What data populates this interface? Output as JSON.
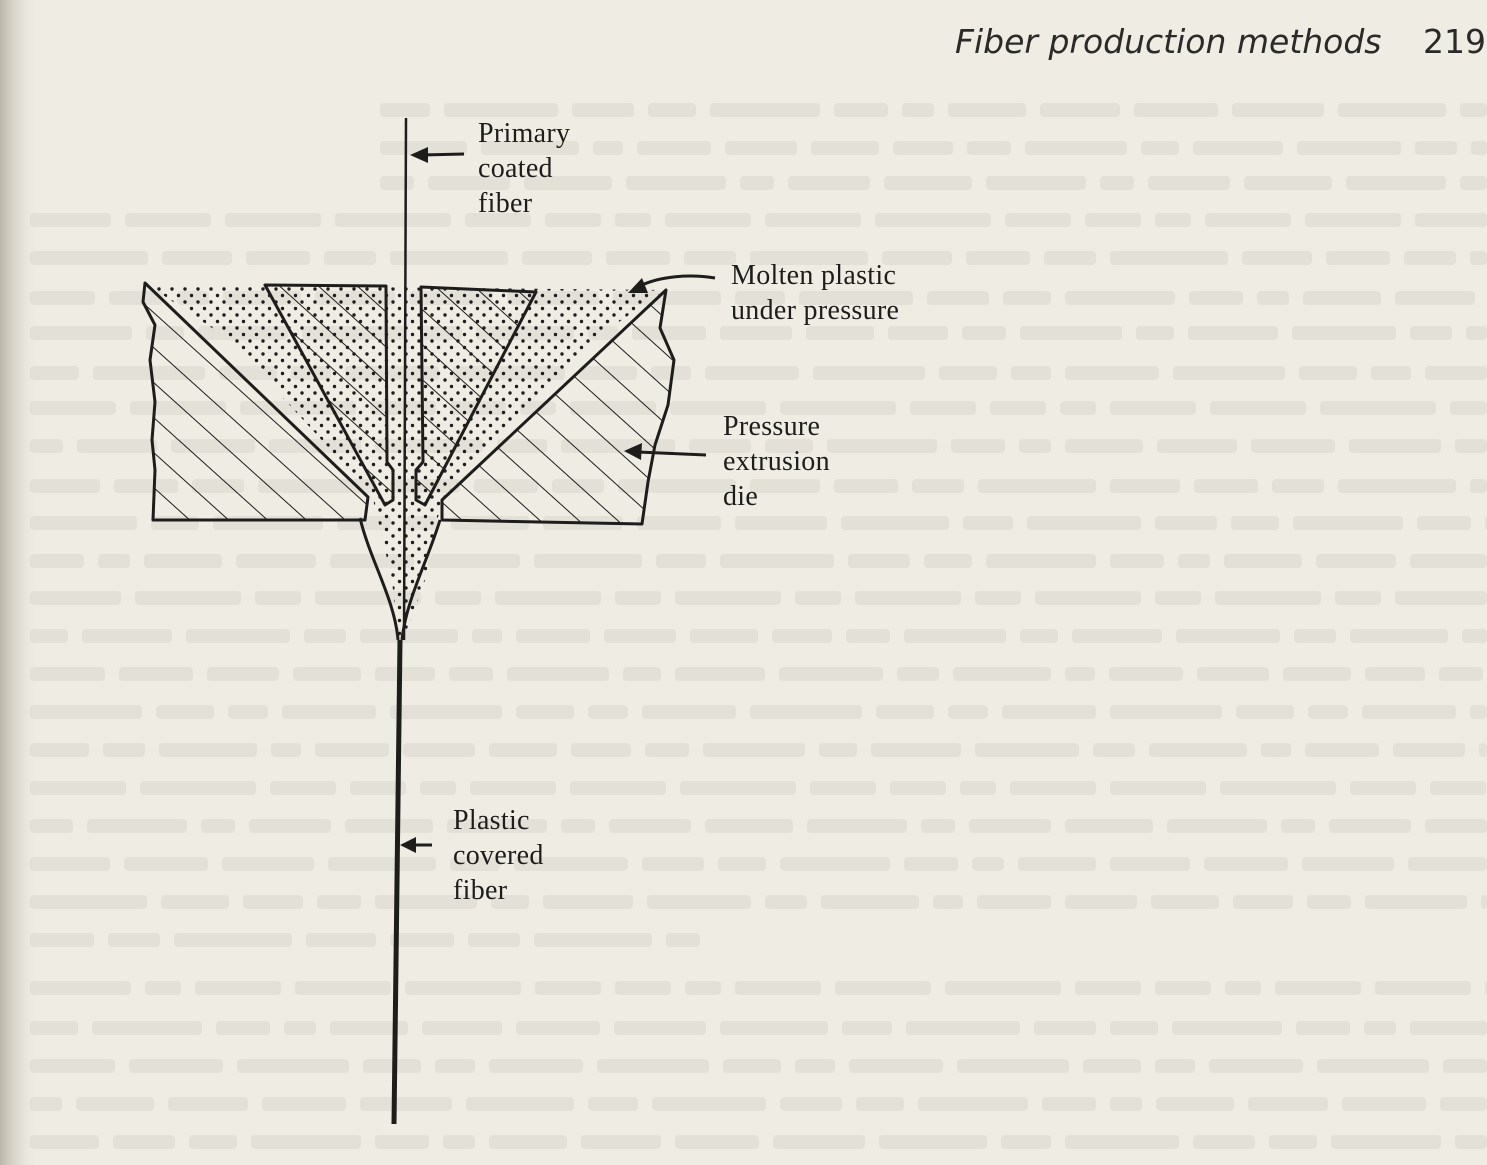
{
  "running_head": {
    "section_title": "Fiber production methods",
    "page_number": "219"
  },
  "diagram": {
    "labels": {
      "primary_coated_fiber": "Primary\ncoated\nfiber",
      "molten_plastic": "Molten plastic\nunder pressure",
      "pressure_extrusion_die": "Pressure\nextrusion\ndie",
      "plastic_covered_fiber": "Plastic\ncovered\nfiber"
    }
  },
  "colors": {
    "paper": "#efece4",
    "ink": "#1d1d1c",
    "ghost_text": "#c9c6bd",
    "page_edge_shadow": "#c8c4b8"
  }
}
